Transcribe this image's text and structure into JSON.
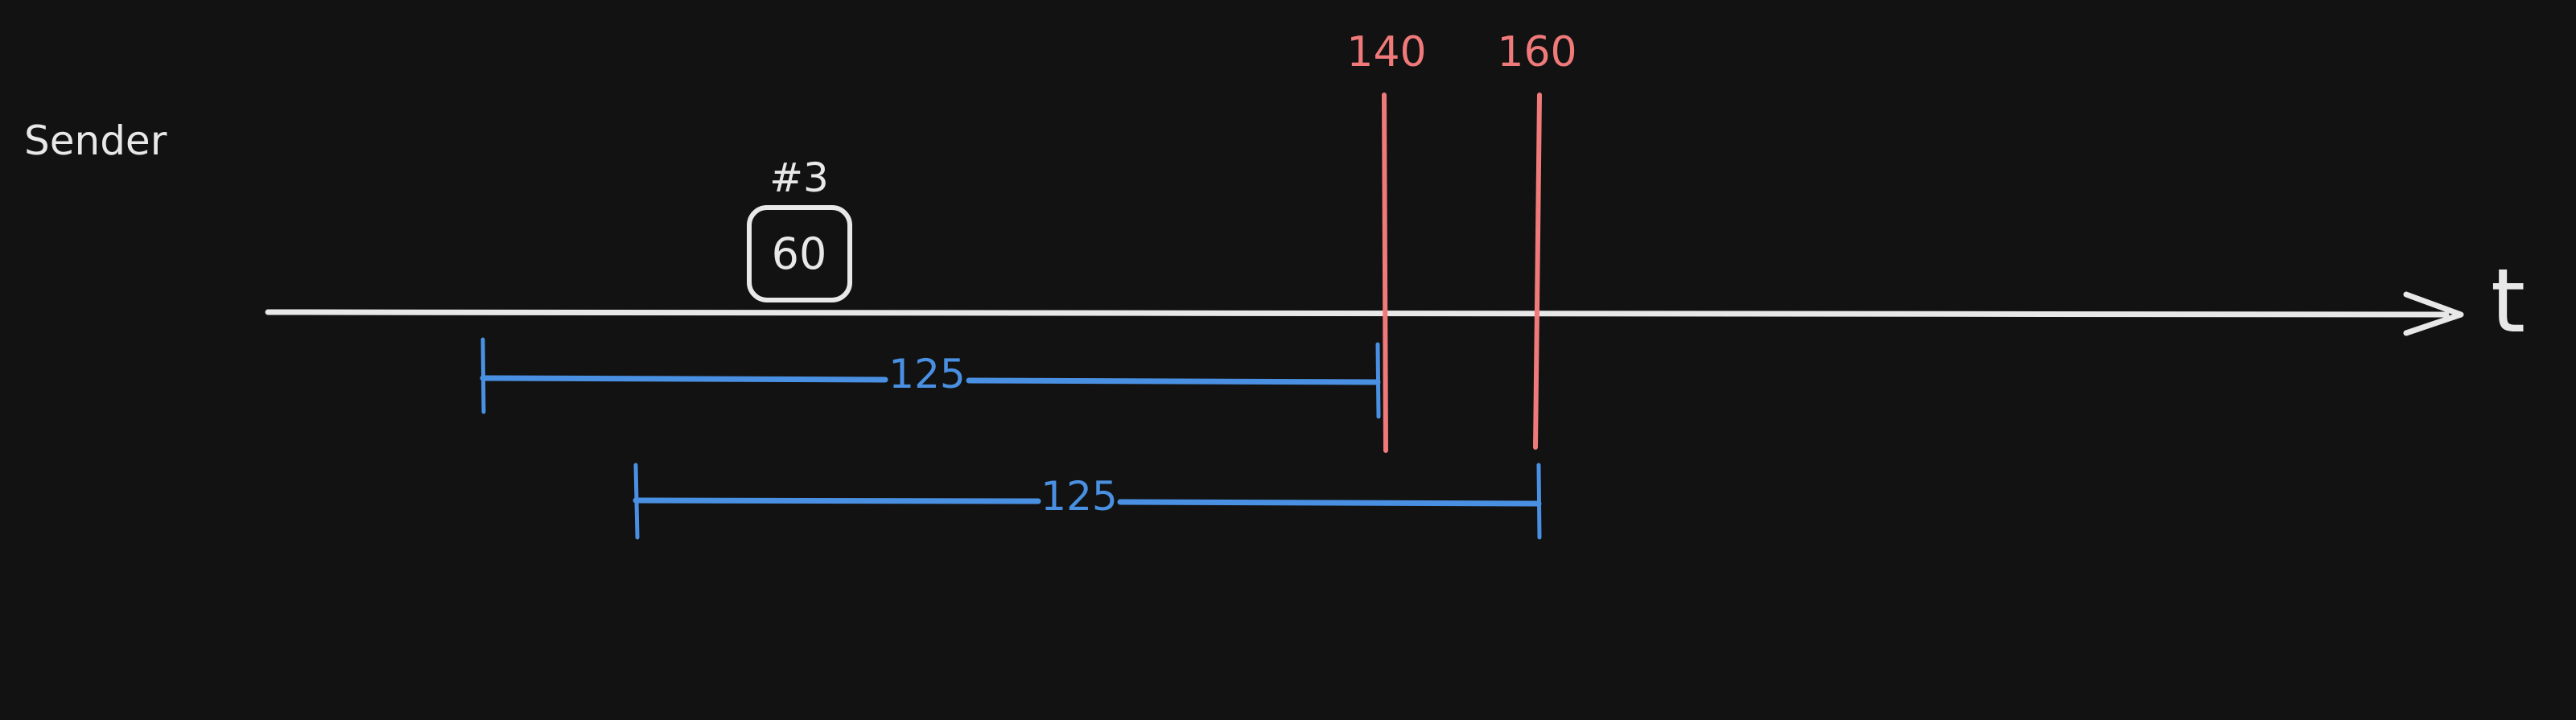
{
  "diagram": {
    "lane_label": "Sender",
    "axis_label": "t",
    "packet": {
      "id_label": "#3",
      "value": "60"
    },
    "markers": [
      {
        "label": "140"
      },
      {
        "label": "160"
      }
    ],
    "spans": [
      {
        "label": "125"
      },
      {
        "label": "125"
      }
    ],
    "colors": {
      "background": "#121212",
      "axis": "#e8e8e8",
      "marker": "#f07a7a",
      "span": "#4a90e2"
    }
  }
}
